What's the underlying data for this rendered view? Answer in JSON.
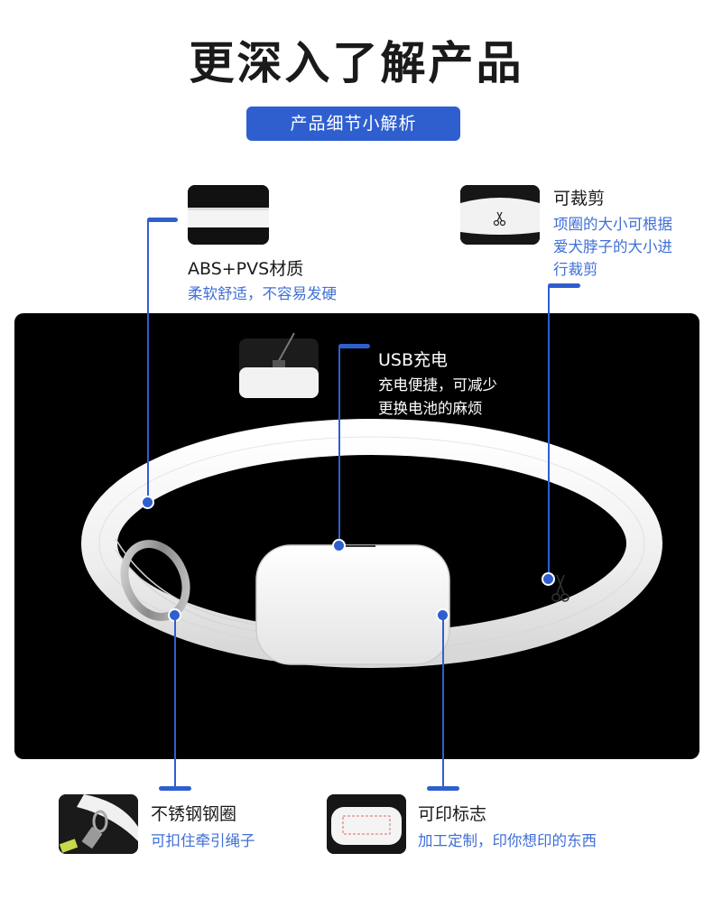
{
  "header": {
    "title": "更深入了解产品",
    "subtitle": "产品细节小解析"
  },
  "features": {
    "material": {
      "title": "ABS+PVS材质",
      "desc": "柔软舒适，不容易发硬"
    },
    "cuttable": {
      "title": "可裁剪",
      "desc_lines": [
        "项圈的大小可根据",
        "爱犬脖子的大小进",
        "行裁剪"
      ]
    },
    "usb": {
      "title": "USB充电",
      "desc_lines": [
        "充电便捷，可减少",
        "更换电池的麻烦"
      ]
    },
    "steel_ring": {
      "title": "不锈钢钢圈",
      "desc": "可扣住牵引绳子"
    },
    "printable": {
      "title": "可印标志",
      "desc": "加工定制，印你想印的东西"
    }
  },
  "colors": {
    "accent": "#2f5fcf",
    "desc_text": "#3f6fd6",
    "panel_bg": "#000000"
  }
}
